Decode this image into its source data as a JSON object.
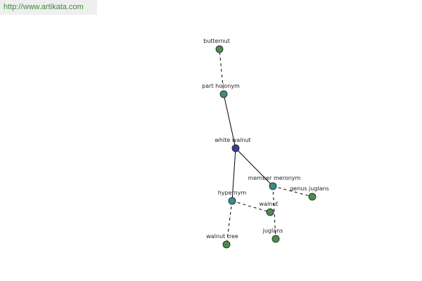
{
  "header": {
    "url": "http://www.artikata.com"
  },
  "colors": {
    "url_text": "#3a8a3a",
    "center_node": "#3b3f8f",
    "relation_node": "#3d8a8a",
    "word_node": "#4c8c4c",
    "edge": "#000000"
  },
  "graph": {
    "nodes": [
      {
        "id": "butternut",
        "label": "butternut",
        "kind": "word"
      },
      {
        "id": "part-holonym",
        "label": "part holonym",
        "kind": "relation"
      },
      {
        "id": "white-walnut",
        "label": "white walnut",
        "kind": "center"
      },
      {
        "id": "member-meronym",
        "label": "member meronym",
        "kind": "relation"
      },
      {
        "id": "genus-juglans",
        "label": "genus juglans",
        "kind": "word"
      },
      {
        "id": "hypernym",
        "label": "hypernym",
        "kind": "relation"
      },
      {
        "id": "walnut",
        "label": "walnut",
        "kind": "word"
      },
      {
        "id": "juglans",
        "label": "juglans",
        "kind": "word"
      },
      {
        "id": "walnut-tree",
        "label": "walnut tree",
        "kind": "word"
      }
    ],
    "edges": [
      {
        "from": "white-walnut",
        "to": "part-holonym",
        "style": "solid"
      },
      {
        "from": "part-holonym",
        "to": "butternut",
        "style": "dashed"
      },
      {
        "from": "white-walnut",
        "to": "member-meronym",
        "style": "solid"
      },
      {
        "from": "member-meronym",
        "to": "genus-juglans",
        "style": "dashed"
      },
      {
        "from": "member-meronym",
        "to": "juglans",
        "style": "dashed"
      },
      {
        "from": "white-walnut",
        "to": "hypernym",
        "style": "solid"
      },
      {
        "from": "hypernym",
        "to": "walnut",
        "style": "dashed"
      },
      {
        "from": "hypernym",
        "to": "walnut-tree",
        "style": "dashed"
      }
    ]
  }
}
